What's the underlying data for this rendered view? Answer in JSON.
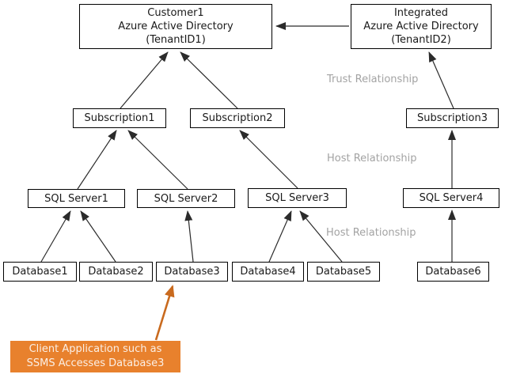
{
  "diagram": {
    "nodes": {
      "customer_aad": "Customer1\nAzure Active Directory\n(TenantID1)",
      "integrated_aad": "Integrated\nAzure Active Directory\n(TenantID2)",
      "subscription1": "Subscription1",
      "subscription2": "Subscription2",
      "subscription3": "Subscription3",
      "sql_server1": "SQL Server1",
      "sql_server2": "SQL Server2",
      "sql_server3": "SQL Server3",
      "sql_server4": "SQL Server4",
      "database1": "Database1",
      "database2": "Database2",
      "database3": "Database3",
      "database4": "Database4",
      "database5": "Database5",
      "database6": "Database6",
      "client_note": "Client Application such as\nSSMS Accesses Database3"
    },
    "labels": {
      "trust_relationship": "Trust Relationship",
      "host_relationship_upper": "Host Relationship",
      "host_relationship_lower": "Host Relationship"
    },
    "colors": {
      "box_border": "#000000",
      "box_background": "#FFFFFF",
      "edge_stroke": "#2B2B2B",
      "relationship_label": "#A3A3A3",
      "note_background": "#E8812D",
      "note_text": "#FBEFE5",
      "note_arrow": "#C96A1E"
    },
    "edges": [
      {
        "from": "subscription1",
        "to": "customer_aad"
      },
      {
        "from": "subscription2",
        "to": "customer_aad"
      },
      {
        "from": "integrated_aad",
        "to": "customer_aad",
        "label": "Trust Relationship"
      },
      {
        "from": "subscription3",
        "to": "integrated_aad"
      },
      {
        "from": "sql_server1",
        "to": "subscription1",
        "label": "Host Relationship"
      },
      {
        "from": "sql_server2",
        "to": "subscription1",
        "label": "Host Relationship"
      },
      {
        "from": "sql_server3",
        "to": "subscription2",
        "label": "Host Relationship"
      },
      {
        "from": "sql_server4",
        "to": "subscription3",
        "label": "Host Relationship"
      },
      {
        "from": "database1",
        "to": "sql_server1"
      },
      {
        "from": "database2",
        "to": "sql_server1"
      },
      {
        "from": "database3",
        "to": "sql_server2"
      },
      {
        "from": "database4",
        "to": "sql_server3"
      },
      {
        "from": "database5",
        "to": "sql_server3"
      },
      {
        "from": "database6",
        "to": "sql_server4"
      },
      {
        "from": "client_note",
        "to": "database3",
        "style": "orange-callout"
      }
    ]
  }
}
